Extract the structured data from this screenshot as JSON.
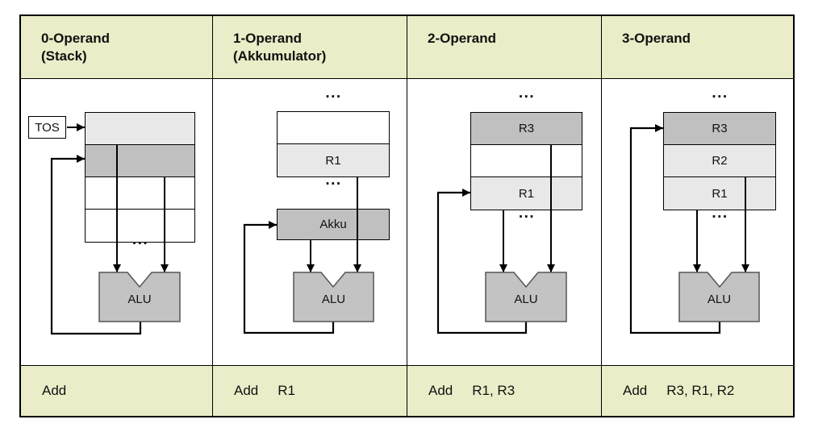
{
  "colors": {
    "header_footer_bg": "#ebedc8",
    "register_light": "#e8e8e8",
    "register_dark": "#c0c0c0",
    "alu_fill": "#c3c3c3",
    "line_color": "#000000"
  },
  "columns": [
    {
      "header_line1": "0-Operand",
      "header_line2": "(Stack)",
      "tos_label": "TOS",
      "registers": [
        "",
        "",
        "",
        ""
      ],
      "ellipsis_top": "",
      "ellipsis_bottom": "...",
      "alu_label": "ALU",
      "instruction": {
        "mnemonic": "Add",
        "operands": ""
      }
    },
    {
      "header_line1": "1-Operand",
      "header_line2": "(Akkumulator)",
      "registers": [
        "",
        "R1"
      ],
      "accumulator_label": "Akku",
      "ellipsis_top": "...",
      "ellipsis_bottom": "...",
      "alu_label": "ALU",
      "instruction": {
        "mnemonic": "Add",
        "operands": "R1"
      }
    },
    {
      "header_line1": "2-Operand",
      "header_line2": "",
      "registers": [
        "R3",
        "",
        "R1"
      ],
      "ellipsis_top": "...",
      "ellipsis_bottom": "...",
      "alu_label": "ALU",
      "instruction": {
        "mnemonic": "Add",
        "operands": "R1, R3"
      }
    },
    {
      "header_line1": "3-Operand",
      "header_line2": "",
      "registers": [
        "R3",
        "R2",
        "R1"
      ],
      "ellipsis_top": "...",
      "ellipsis_bottom": "...",
      "alu_label": "ALU",
      "instruction": {
        "mnemonic": "Add",
        "operands": "R3, R1, R2"
      }
    }
  ]
}
